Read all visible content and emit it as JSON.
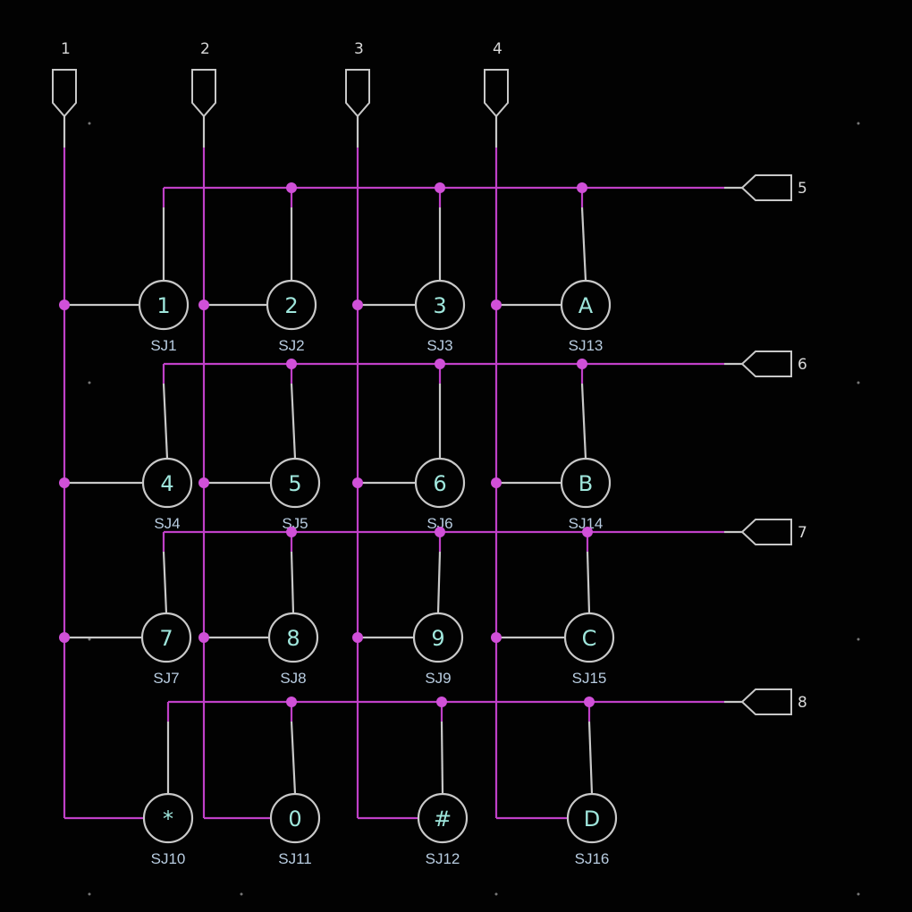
{
  "colors": {
    "background": "#020202",
    "net": "#c040c8",
    "wire": "#c8c8c8",
    "junction": "#d050d8",
    "key_text": "#9fe6dc",
    "ref_text": "#b8cce0"
  },
  "column_ports": [
    "1",
    "2",
    "3",
    "4"
  ],
  "row_ports": [
    "5",
    "6",
    "7",
    "8"
  ],
  "switches": [
    [
      {
        "key": "1",
        "ref": "SJ1"
      },
      {
        "key": "2",
        "ref": "SJ2"
      },
      {
        "key": "3",
        "ref": "SJ3"
      },
      {
        "key": "A",
        "ref": "SJ13"
      }
    ],
    [
      {
        "key": "4",
        "ref": "SJ4"
      },
      {
        "key": "5",
        "ref": "SJ5"
      },
      {
        "key": "6",
        "ref": "SJ6"
      },
      {
        "key": "B",
        "ref": "SJ14"
      }
    ],
    [
      {
        "key": "7",
        "ref": "SJ7"
      },
      {
        "key": "8",
        "ref": "SJ8"
      },
      {
        "key": "9",
        "ref": "SJ9"
      },
      {
        "key": "C",
        "ref": "SJ15"
      }
    ],
    [
      {
        "key": "*",
        "ref": "SJ10"
      },
      {
        "key": "0",
        "ref": "SJ11"
      },
      {
        "key": "#",
        "ref": "SJ12"
      },
      {
        "key": "D",
        "ref": "SJ16"
      }
    ]
  ]
}
